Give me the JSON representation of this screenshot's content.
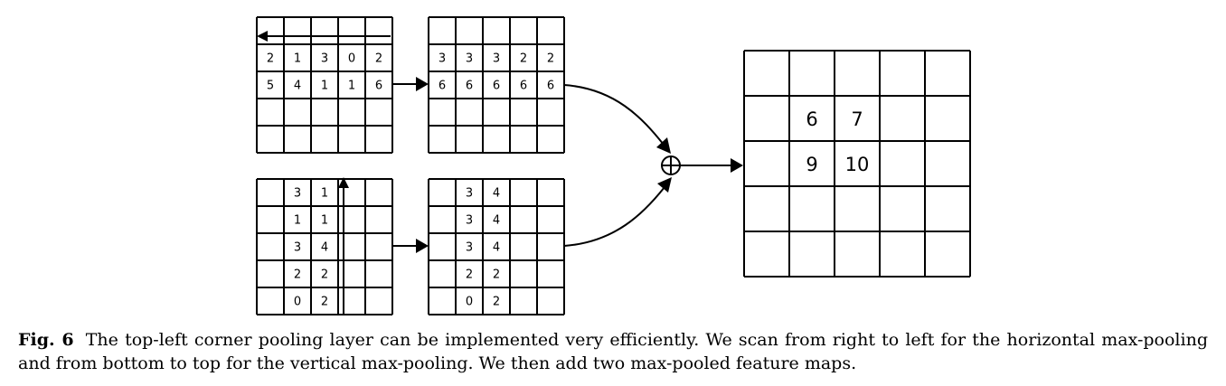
{
  "figure": {
    "grid_size": 5,
    "horizontal_input": {
      "direction": "right-to-left",
      "rows": [
        [
          "",
          "",
          "",
          "",
          ""
        ],
        [
          "2",
          "1",
          "3",
          "0",
          "2"
        ],
        [
          "5",
          "4",
          "1",
          "1",
          "6"
        ],
        [
          "",
          "",
          "",
          "",
          ""
        ],
        [
          "",
          "",
          "",
          "",
          ""
        ]
      ]
    },
    "horizontal_output": {
      "rows": [
        [
          "",
          "",
          "",
          "",
          ""
        ],
        [
          "3",
          "3",
          "3",
          "2",
          "2"
        ],
        [
          "6",
          "6",
          "6",
          "6",
          "6"
        ],
        [
          "",
          "",
          "",
          "",
          ""
        ],
        [
          "",
          "",
          "",
          "",
          ""
        ]
      ]
    },
    "vertical_input": {
      "direction": "bottom-to-top",
      "rows": [
        [
          "",
          "3",
          "1",
          "",
          ""
        ],
        [
          "",
          "1",
          "1",
          "",
          ""
        ],
        [
          "",
          "3",
          "4",
          "",
          ""
        ],
        [
          "",
          "2",
          "2",
          "",
          ""
        ],
        [
          "",
          "0",
          "2",
          "",
          ""
        ]
      ]
    },
    "vertical_output": {
      "rows": [
        [
          "",
          "3",
          "4",
          "",
          ""
        ],
        [
          "",
          "3",
          "4",
          "",
          ""
        ],
        [
          "",
          "3",
          "4",
          "",
          ""
        ],
        [
          "",
          "2",
          "2",
          "",
          ""
        ],
        [
          "",
          "0",
          "2",
          "",
          ""
        ]
      ]
    },
    "sum_symbol": "⊕",
    "result": {
      "rows": [
        [
          "",
          "",
          "",
          "",
          ""
        ],
        [
          "",
          "6",
          "7",
          "",
          ""
        ],
        [
          "",
          "9",
          "10",
          "",
          ""
        ],
        [
          "",
          "",
          "",
          "",
          ""
        ],
        [
          "",
          "",
          "",
          "",
          ""
        ]
      ]
    }
  },
  "caption": {
    "label": "Fig. 6",
    "text": "The top-left corner pooling layer can be implemented very efficiently. We scan from right to left for the horizontal max-pooling and from bottom to top for the vertical max-pooling. We then add two max-pooled feature maps."
  }
}
